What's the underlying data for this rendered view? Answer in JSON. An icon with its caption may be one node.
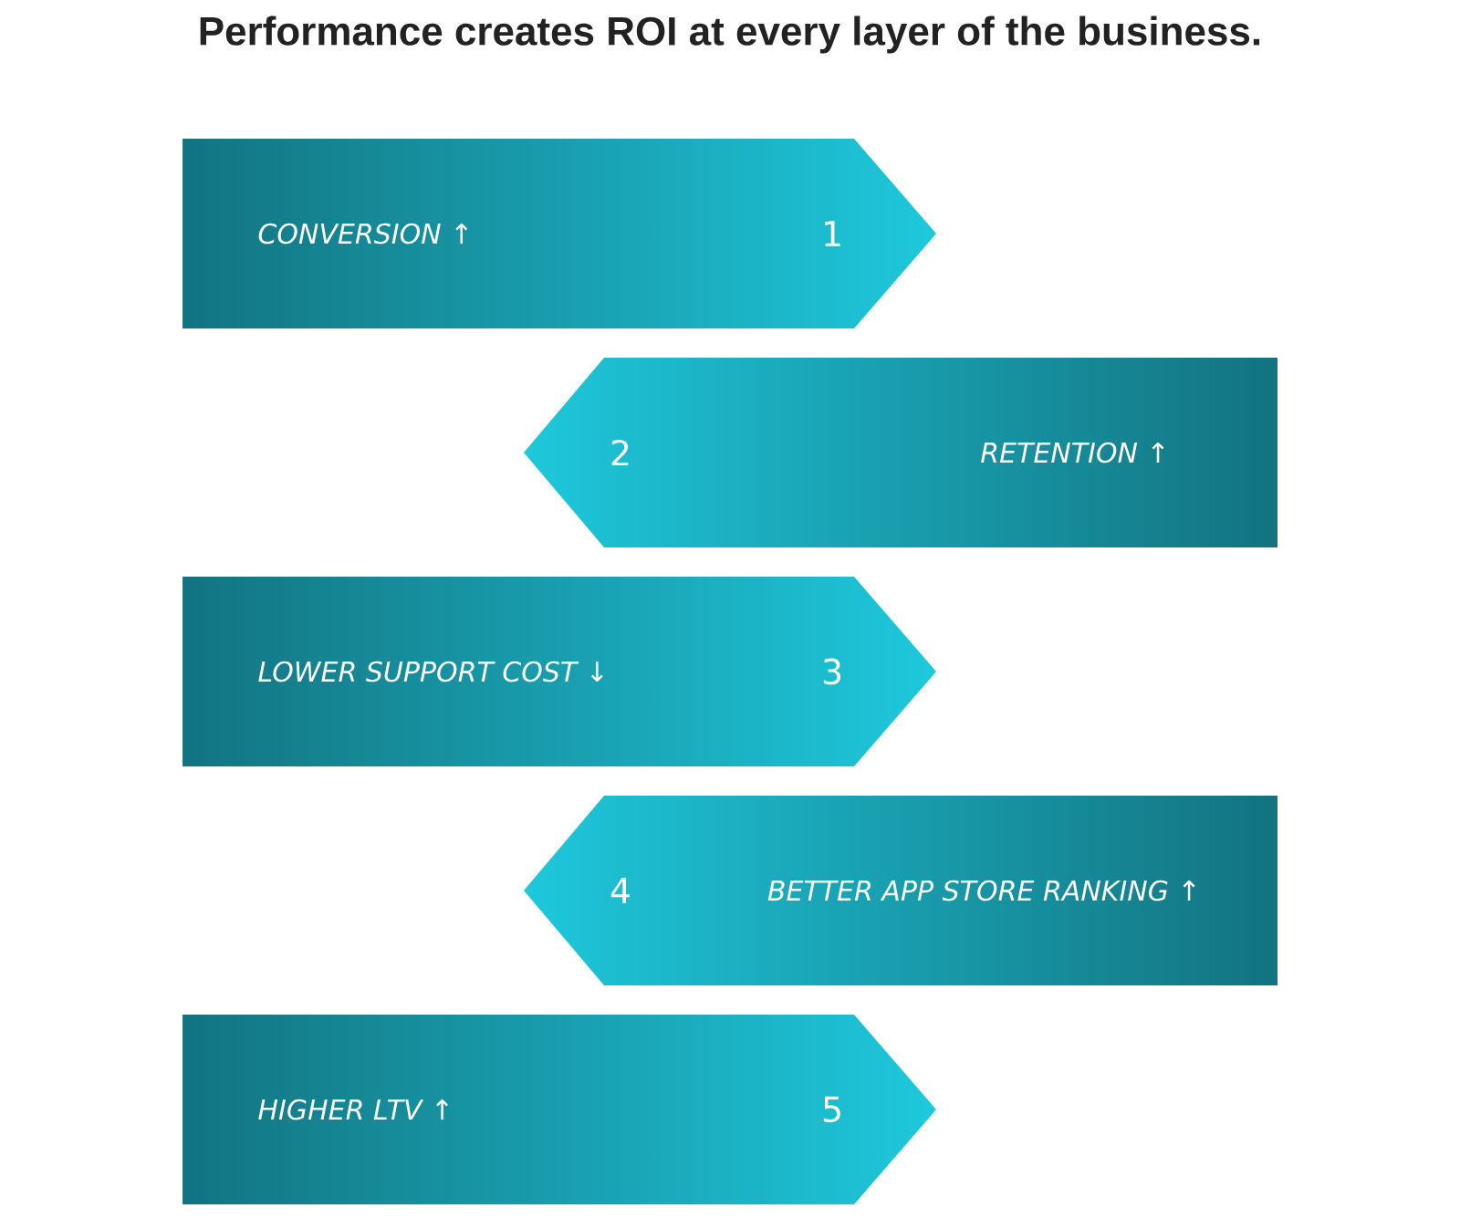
{
  "diagram": {
    "title": "Performance creates ROI at every layer of the business.",
    "nodes": [
      {
        "text": [
          "CONVERSION ↑",
          "1"
        ]
      },
      {
        "text": [
          "2",
          "RETENTION ↑"
        ]
      },
      {
        "text": [
          "LOWER SUPPORT COST ↓",
          "3"
        ]
      },
      {
        "text": [
          "4",
          "BETTER APP STORE RANKING ↑"
        ]
      },
      {
        "text": [
          "HIGHER LTV ↑",
          "5"
        ]
      }
    ]
  }
}
